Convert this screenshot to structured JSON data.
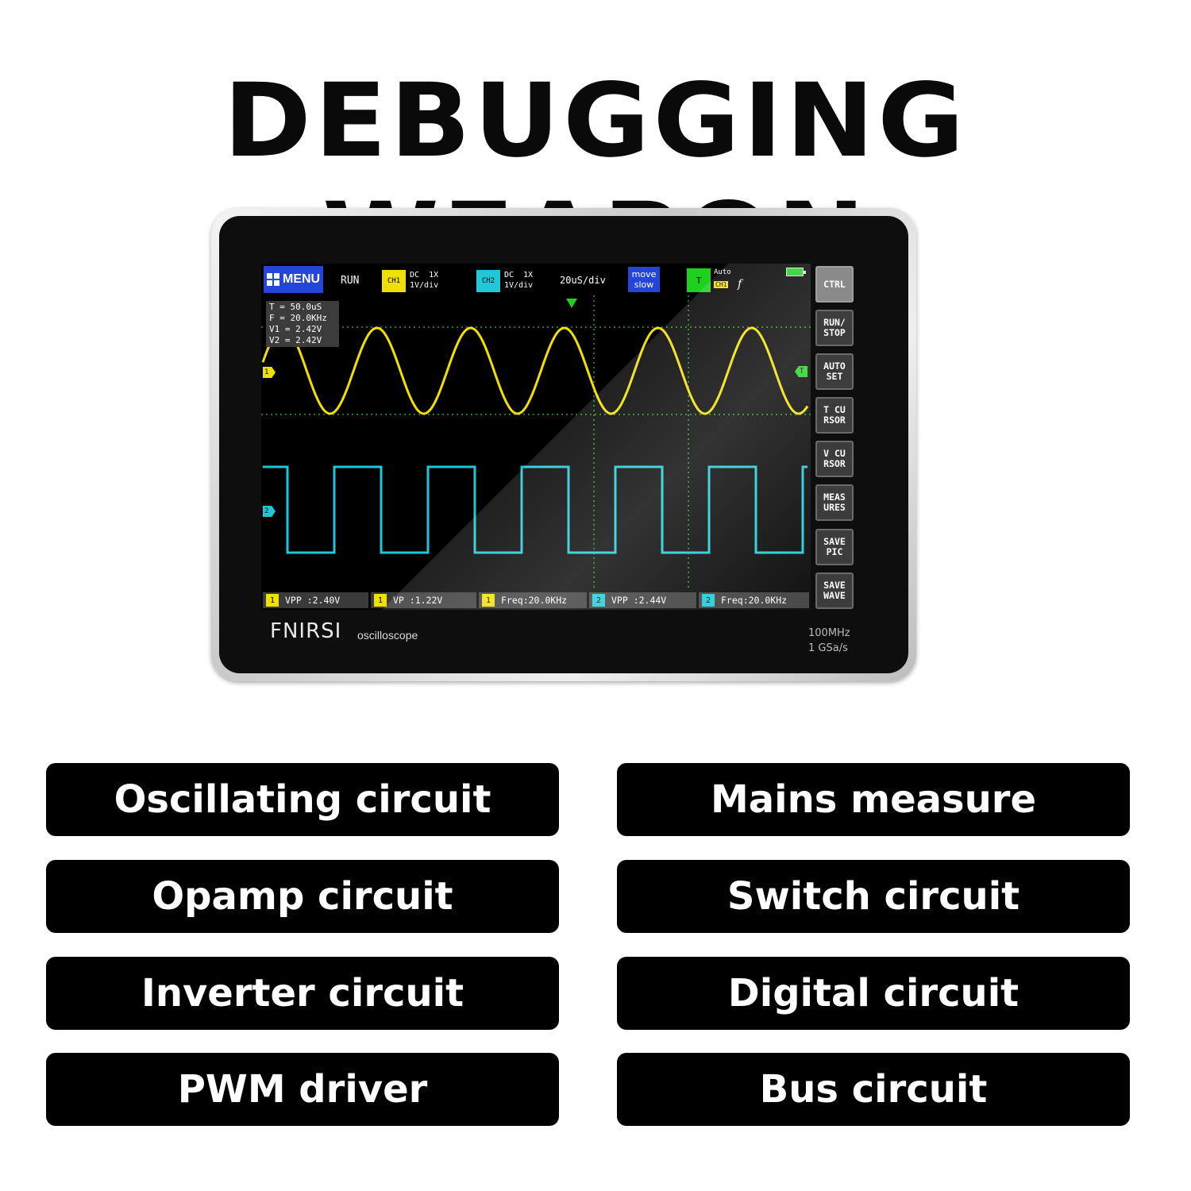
{
  "headline": "DEBUGGING WEAPON",
  "device": {
    "brand": "FNIRSI",
    "brand_sub": "oscilloscope",
    "spec_bandwidth": "100MHz",
    "spec_sample": "1  GSa/s"
  },
  "topbar": {
    "menu_label": "MENU",
    "run_label": "RUN",
    "ch1_badge": "CH1",
    "ch1_info": "DC  1X\n1V/div",
    "ch2_badge": "CH2",
    "ch2_info": "DC  1X\n1V/div",
    "timebase": "20uS/div",
    "move_label": "move\nslow",
    "trig_badge": "T",
    "trig_mode": "Auto",
    "trig_source": "CH1",
    "trig_edge": "f"
  },
  "readout": {
    "t": "T = 50.0uS",
    "f": "F = 20.0KHz",
    "v1": "V1 = 2.42V",
    "v2": "V2 = 2.42V"
  },
  "markers": {
    "ch1": "1",
    "ch2": "2",
    "trig": "T"
  },
  "measurements": [
    {
      "ch": "1",
      "text": "VPP :2.40V"
    },
    {
      "ch": "1",
      "text": "VP  :1.22V"
    },
    {
      "ch": "1",
      "text": "Freq:20.0KHz"
    },
    {
      "ch": "2",
      "text": "VPP :2.44V"
    },
    {
      "ch": "2",
      "text": "Freq:20.0KHz"
    }
  ],
  "side_buttons": [
    "CTRL",
    "RUN/\nSTOP",
    "AUTO\nSET",
    "T CU\nRSOR",
    "V CU\nRSOR",
    "MEAS\nURES",
    "SAVE\nPIC",
    "SAVE\nWAVE"
  ],
  "colors": {
    "ch1": "#f0e000",
    "ch2": "#1ec8d8",
    "grid": "#2f9e2f",
    "accent": "#2446d8",
    "trigger": "#1fd11f"
  },
  "applications": {
    "left": [
      "Oscillating circuit",
      "Opamp circuit",
      "Inverter circuit",
      "PWM driver"
    ],
    "right": [
      "Mains measure",
      "Switch circuit",
      "Digital circuit",
      "Bus circuit"
    ]
  }
}
